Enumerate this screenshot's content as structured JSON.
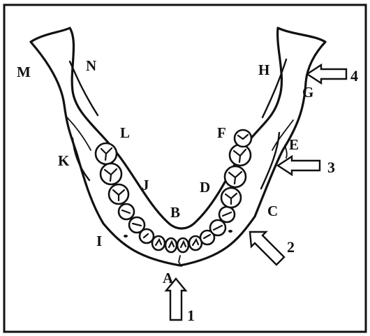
{
  "labels": {
    "A": "A",
    "B": "B",
    "C": "C",
    "D": "D",
    "E": "E",
    "F": "F",
    "G": "G",
    "H": "H",
    "I": "I",
    "J": "J",
    "K": "K",
    "L": "L",
    "M": "M",
    "N": "N"
  },
  "arrows": {
    "arrow_1": "1",
    "arrow_2": "2",
    "arrow_3": "3",
    "arrow_4": "4"
  },
  "colors": {
    "ink": "#111111",
    "background": "#ffffff"
  }
}
